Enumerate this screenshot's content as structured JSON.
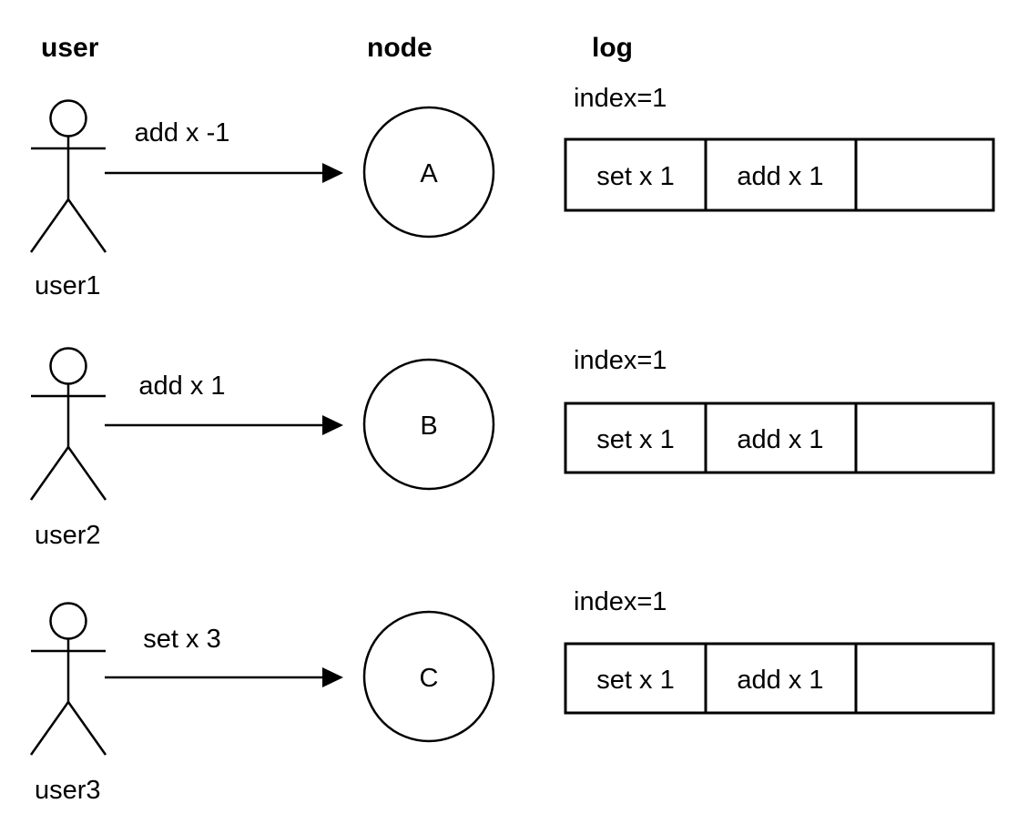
{
  "headers": {
    "user": "user",
    "node": "node",
    "log": "log"
  },
  "rows": [
    {
      "user": "user1",
      "message": "add x -1",
      "node": "A",
      "log": {
        "index_label": "index=1",
        "cells": [
          "set x 1",
          "add x 1",
          ""
        ]
      }
    },
    {
      "user": "user2",
      "message": "add x 1",
      "node": "B",
      "log": {
        "index_label": "index=1",
        "cells": [
          "set x 1",
          "add x 1",
          ""
        ]
      }
    },
    {
      "user": "user3",
      "message": "set x 3",
      "node": "C",
      "log": {
        "index_label": "index=1",
        "cells": [
          "set x 1",
          "add x 1",
          ""
        ]
      }
    }
  ],
  "icons": {
    "actor": "stick-figure-icon",
    "message_arrow": "right-arrow-icon",
    "node": "circle-shape"
  },
  "colors": {
    "stroke": "#000000",
    "background": "#ffffff",
    "text": "#000000"
  }
}
